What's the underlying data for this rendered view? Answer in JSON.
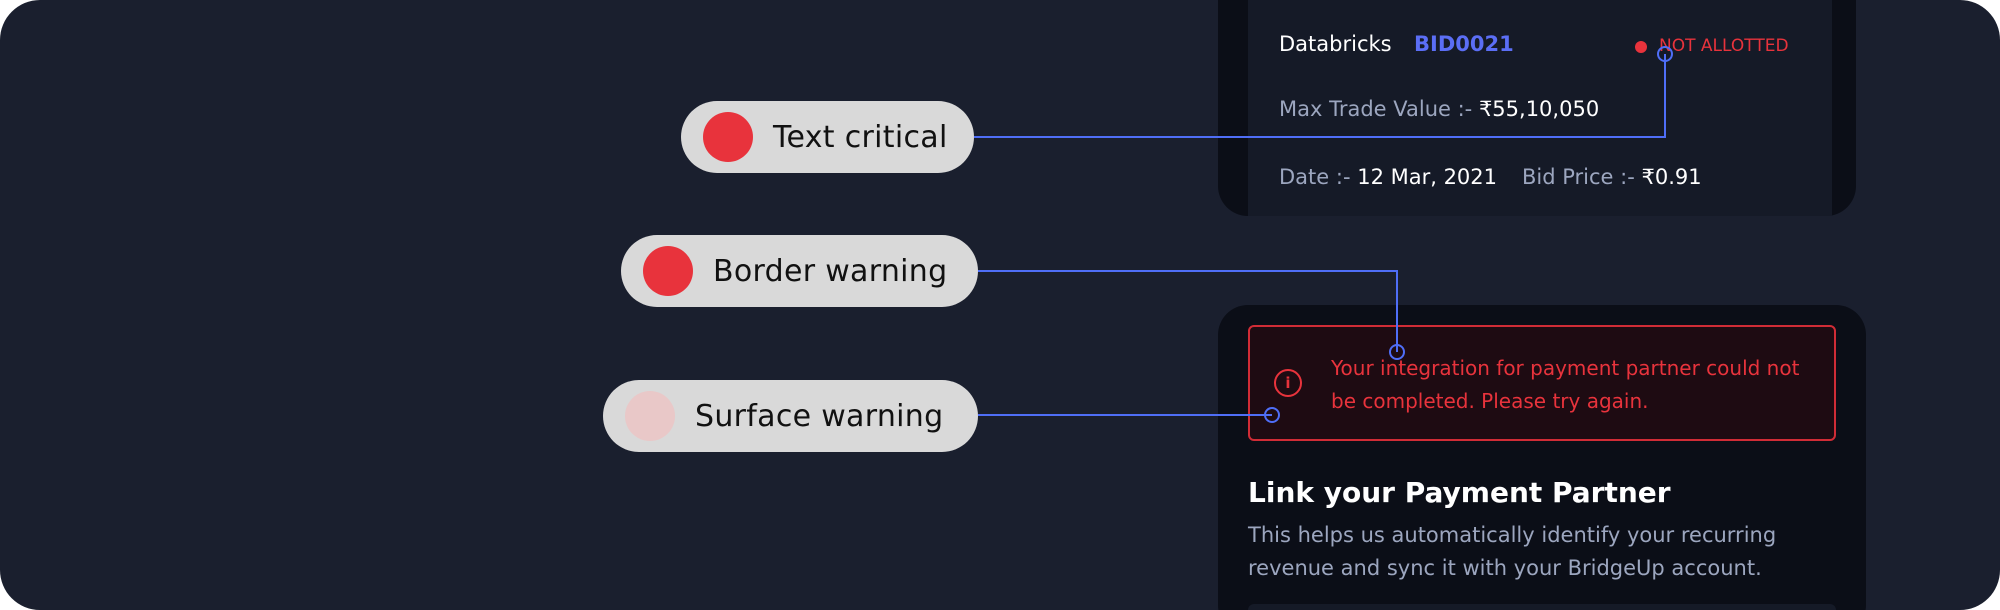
{
  "legend": [
    {
      "label": "Text critical",
      "color": "#e8333c"
    },
    {
      "label": "Border warning",
      "color": "#e8333c"
    },
    {
      "label": "Surface warning",
      "color": "#e9c8c8"
    }
  ],
  "connector_color": "#4f6ef7",
  "bid_card": {
    "company": "Databricks",
    "bid_id": "BID0021",
    "status": "NOT ALLOTTED",
    "status_color": "#e8333c",
    "max_trade_label": "Max Trade Value :- ",
    "max_trade_value": "₹55,10,050",
    "date_label": "Date :- ",
    "date_value": "12 Mar, 2021",
    "bid_price_label": "Bid Price :- ",
    "bid_price_value": "₹0.91"
  },
  "payment_card": {
    "alert_icon": "info-icon",
    "alert_icon_glyph": "i",
    "alert_text": "Your integration for payment partner could not be completed. Please try again.",
    "heading": "Link your Payment Partner",
    "description": "This helps us automatically identify your recurring revenue and sync it with your BridgeUp account."
  }
}
